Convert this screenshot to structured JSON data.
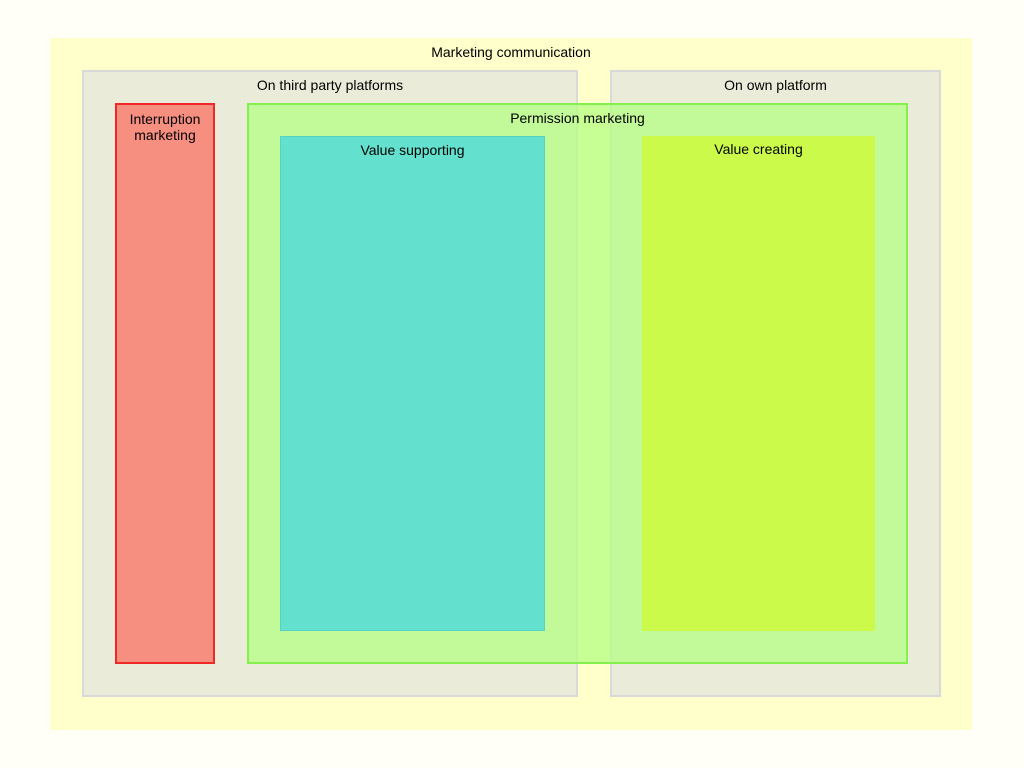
{
  "diagram": {
    "marketing_communication": "Marketing communication",
    "third_party": "On third party platforms",
    "own_platform": "On own platform",
    "interruption": "Interruption\nmarketing",
    "permission": "Permission marketing",
    "value_supporting": "Value supporting",
    "value_creating": "Value creating"
  },
  "colors": {
    "outer_background": "#ffffcc",
    "platform_background": "#ebebd9",
    "interruption_fill": "#f68f80",
    "interruption_border": "#f02828",
    "permission_fill": "#b3ff80",
    "permission_border": "#84f04e",
    "value_supporting_fill": "#63e0ce",
    "value_creating_fill": "#ccfa4a"
  }
}
